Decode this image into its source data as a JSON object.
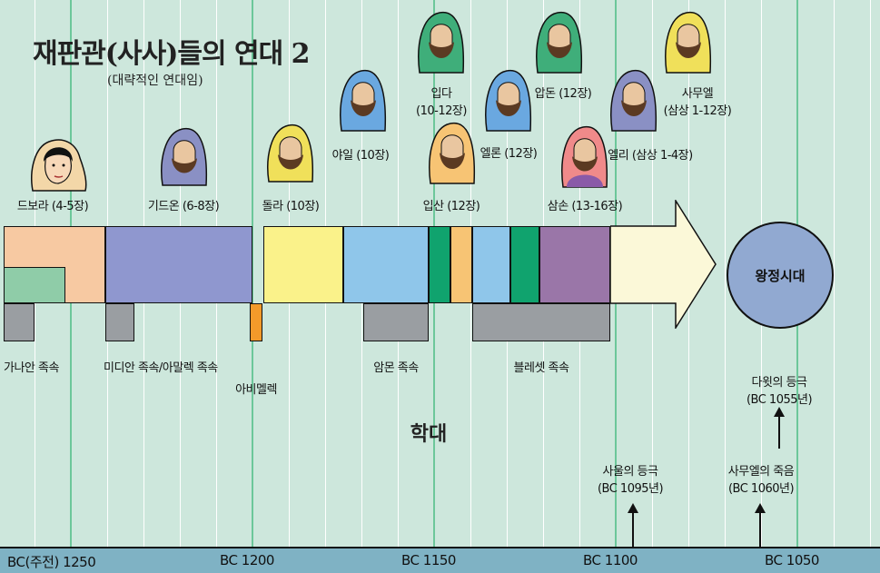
{
  "title": "재판관(사사)들의 연대 2",
  "subtitle": "(대략적인 연대임)",
  "judges": [
    {
      "label": "드보라 (4-5장)"
    },
    {
      "label": "기드온 (6-8장)"
    },
    {
      "label": "돌라 (10장)"
    },
    {
      "label": "야일 (10장)"
    },
    {
      "label": "입다",
      "label2": "(10-12장)"
    },
    {
      "label": "입산 (12장)"
    },
    {
      "label": "엘론 (12장)"
    },
    {
      "label": "압돈 (12장)"
    },
    {
      "label": "삼손 (13-16장)"
    },
    {
      "label": "엘리 (삼상 1-4장)"
    },
    {
      "label": "사무엘",
      "label2": "(삼상 1-12장)"
    }
  ],
  "oppressors": [
    "가나안 족속",
    "미디안 족속/아말렉 족속",
    "아비멜렉",
    "암몬 족속",
    "블레셋 족속"
  ],
  "oppression_title": "학대",
  "kingdom_label": "왕정시대",
  "events": [
    {
      "title": "사울의 등극",
      "date": "(BC 1095년)"
    },
    {
      "title": "사무엘의 죽음",
      "date": "(BC 1060년)"
    },
    {
      "title": "다윗의 등극",
      "date": "(BC 1055년)"
    }
  ],
  "axis": [
    "BC(주전) 1250",
    "BC 1200",
    "BC 1150",
    "BC 1100",
    "BC 1050"
  ],
  "colors": {
    "background": "#cde7dc",
    "axis_band": "#7fb2c4",
    "oppression_bar": "#9a9ea2",
    "kingdom_circle": "#91a9d1"
  }
}
